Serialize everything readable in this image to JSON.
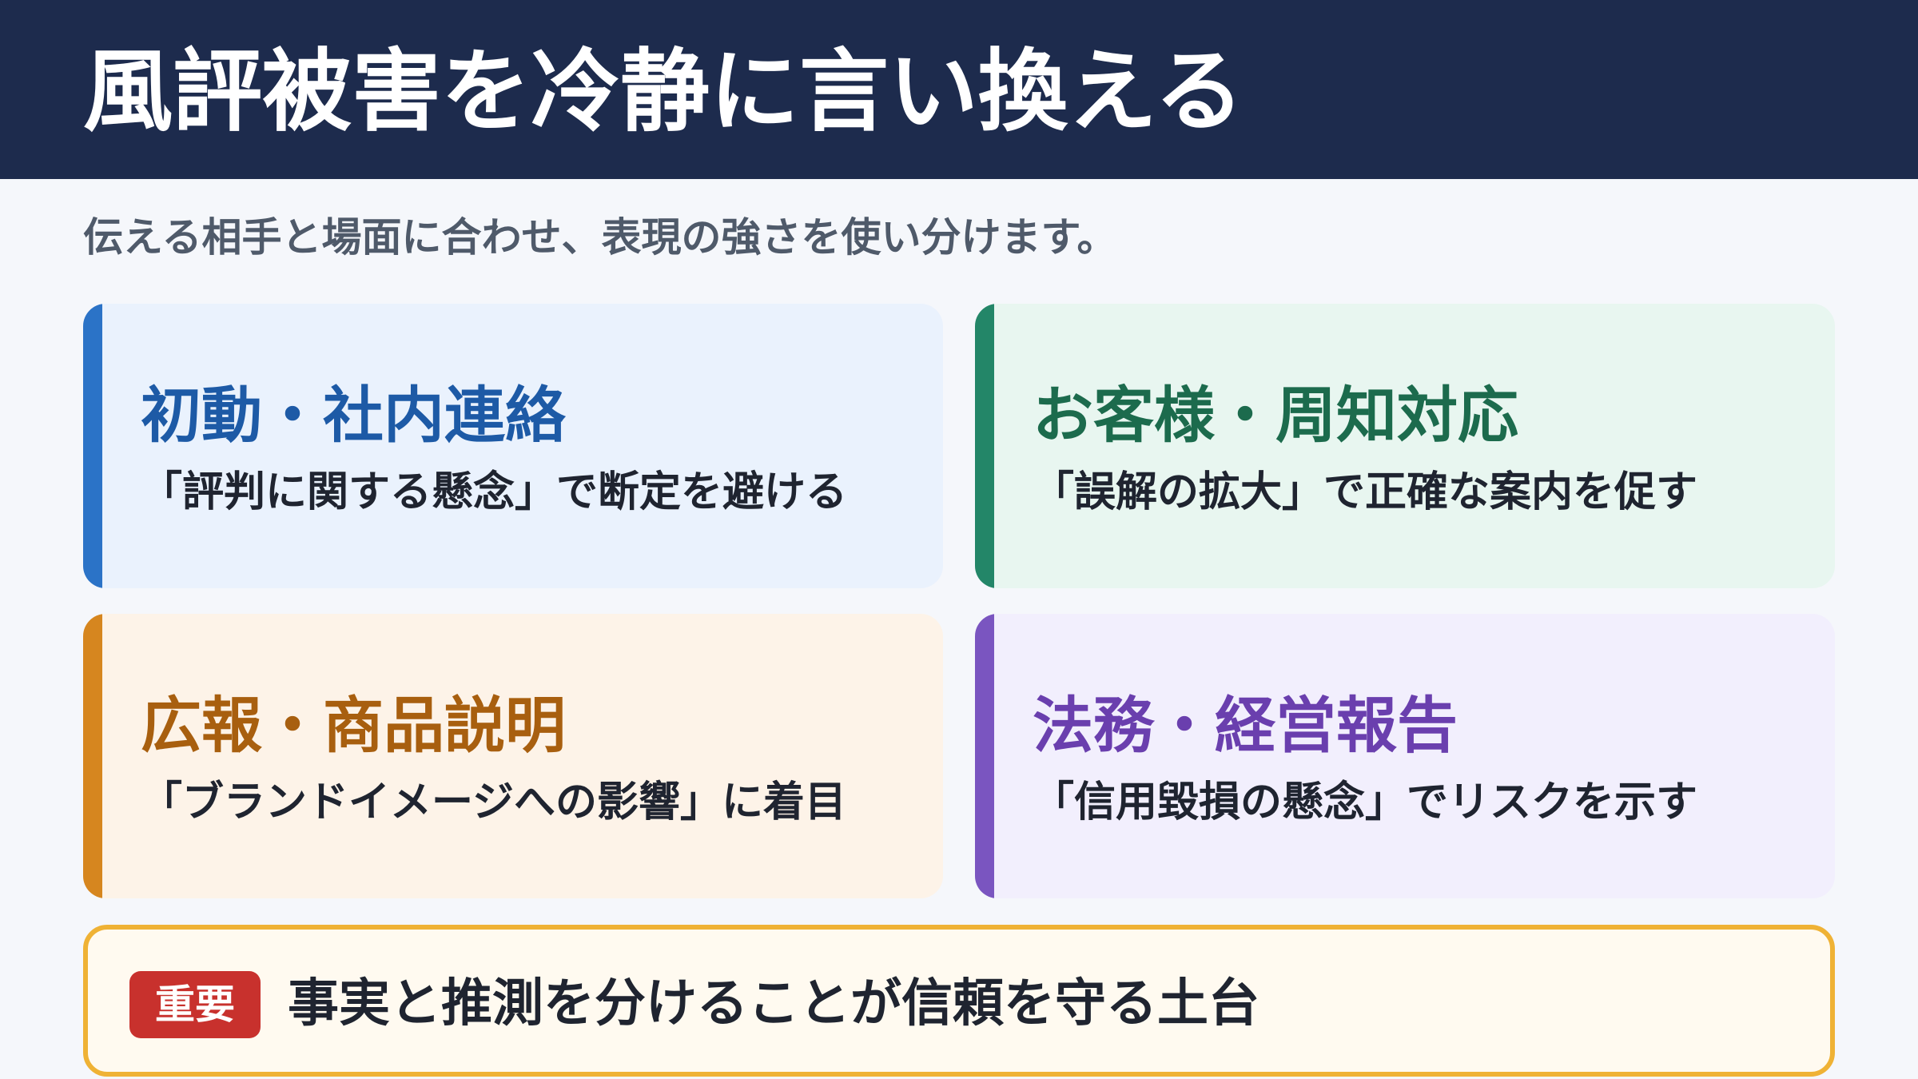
{
  "header": {
    "title": "風評被害を冷静に言い換える"
  },
  "subtitle": "伝える相手と場面に合わせ、表現の強さを使い分けます。",
  "cards": [
    {
      "title": "初動・社内連絡",
      "description": "「評判に関する懸念」で断定を避ける",
      "accent": "#2b73c7",
      "background": "#eaf2fd"
    },
    {
      "title": "お客様・周知対応",
      "description": "「誤解の拡大」で正確な案内を促す",
      "accent": "#238668",
      "background": "#e8f6f0"
    },
    {
      "title": "広報・商品説明",
      "description": "「ブランドイメージへの影響」に着目",
      "accent": "#d6861f",
      "background": "#fdf3e8"
    },
    {
      "title": "法務・経営報告",
      "description": "「信用毀損の懸念」でリスクを示す",
      "accent": "#7a55c0",
      "background": "#f2effd"
    }
  ],
  "note": {
    "badge": "重要",
    "text": "事実と推測を分けることが信頼を守る土台",
    "border_color": "#efb235",
    "badge_color": "#c8312d"
  }
}
